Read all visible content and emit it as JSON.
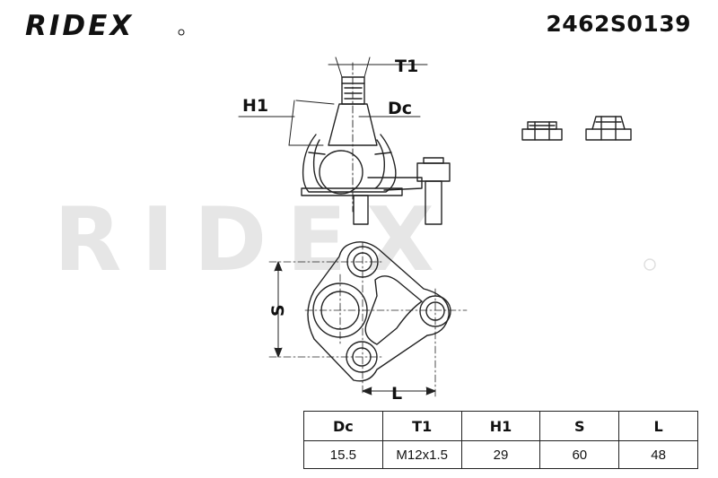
{
  "header": {
    "brand": "RIDEX",
    "part_number": "2462S0139"
  },
  "watermark": {
    "text": "RIDEX"
  },
  "drawing": {
    "labels": {
      "t1": "T1",
      "h1": "H1",
      "dc": "Dc",
      "s": "S",
      "l": "L"
    }
  },
  "spec_table": {
    "headers": [
      "Dc",
      "T1",
      "H1",
      "S",
      "L"
    ],
    "values": [
      "15.5",
      "M12x1.5",
      "29",
      "60",
      "48"
    ]
  },
  "colors": {
    "line": "#222222",
    "watermark": "#e6e6e6",
    "text": "#111111"
  }
}
